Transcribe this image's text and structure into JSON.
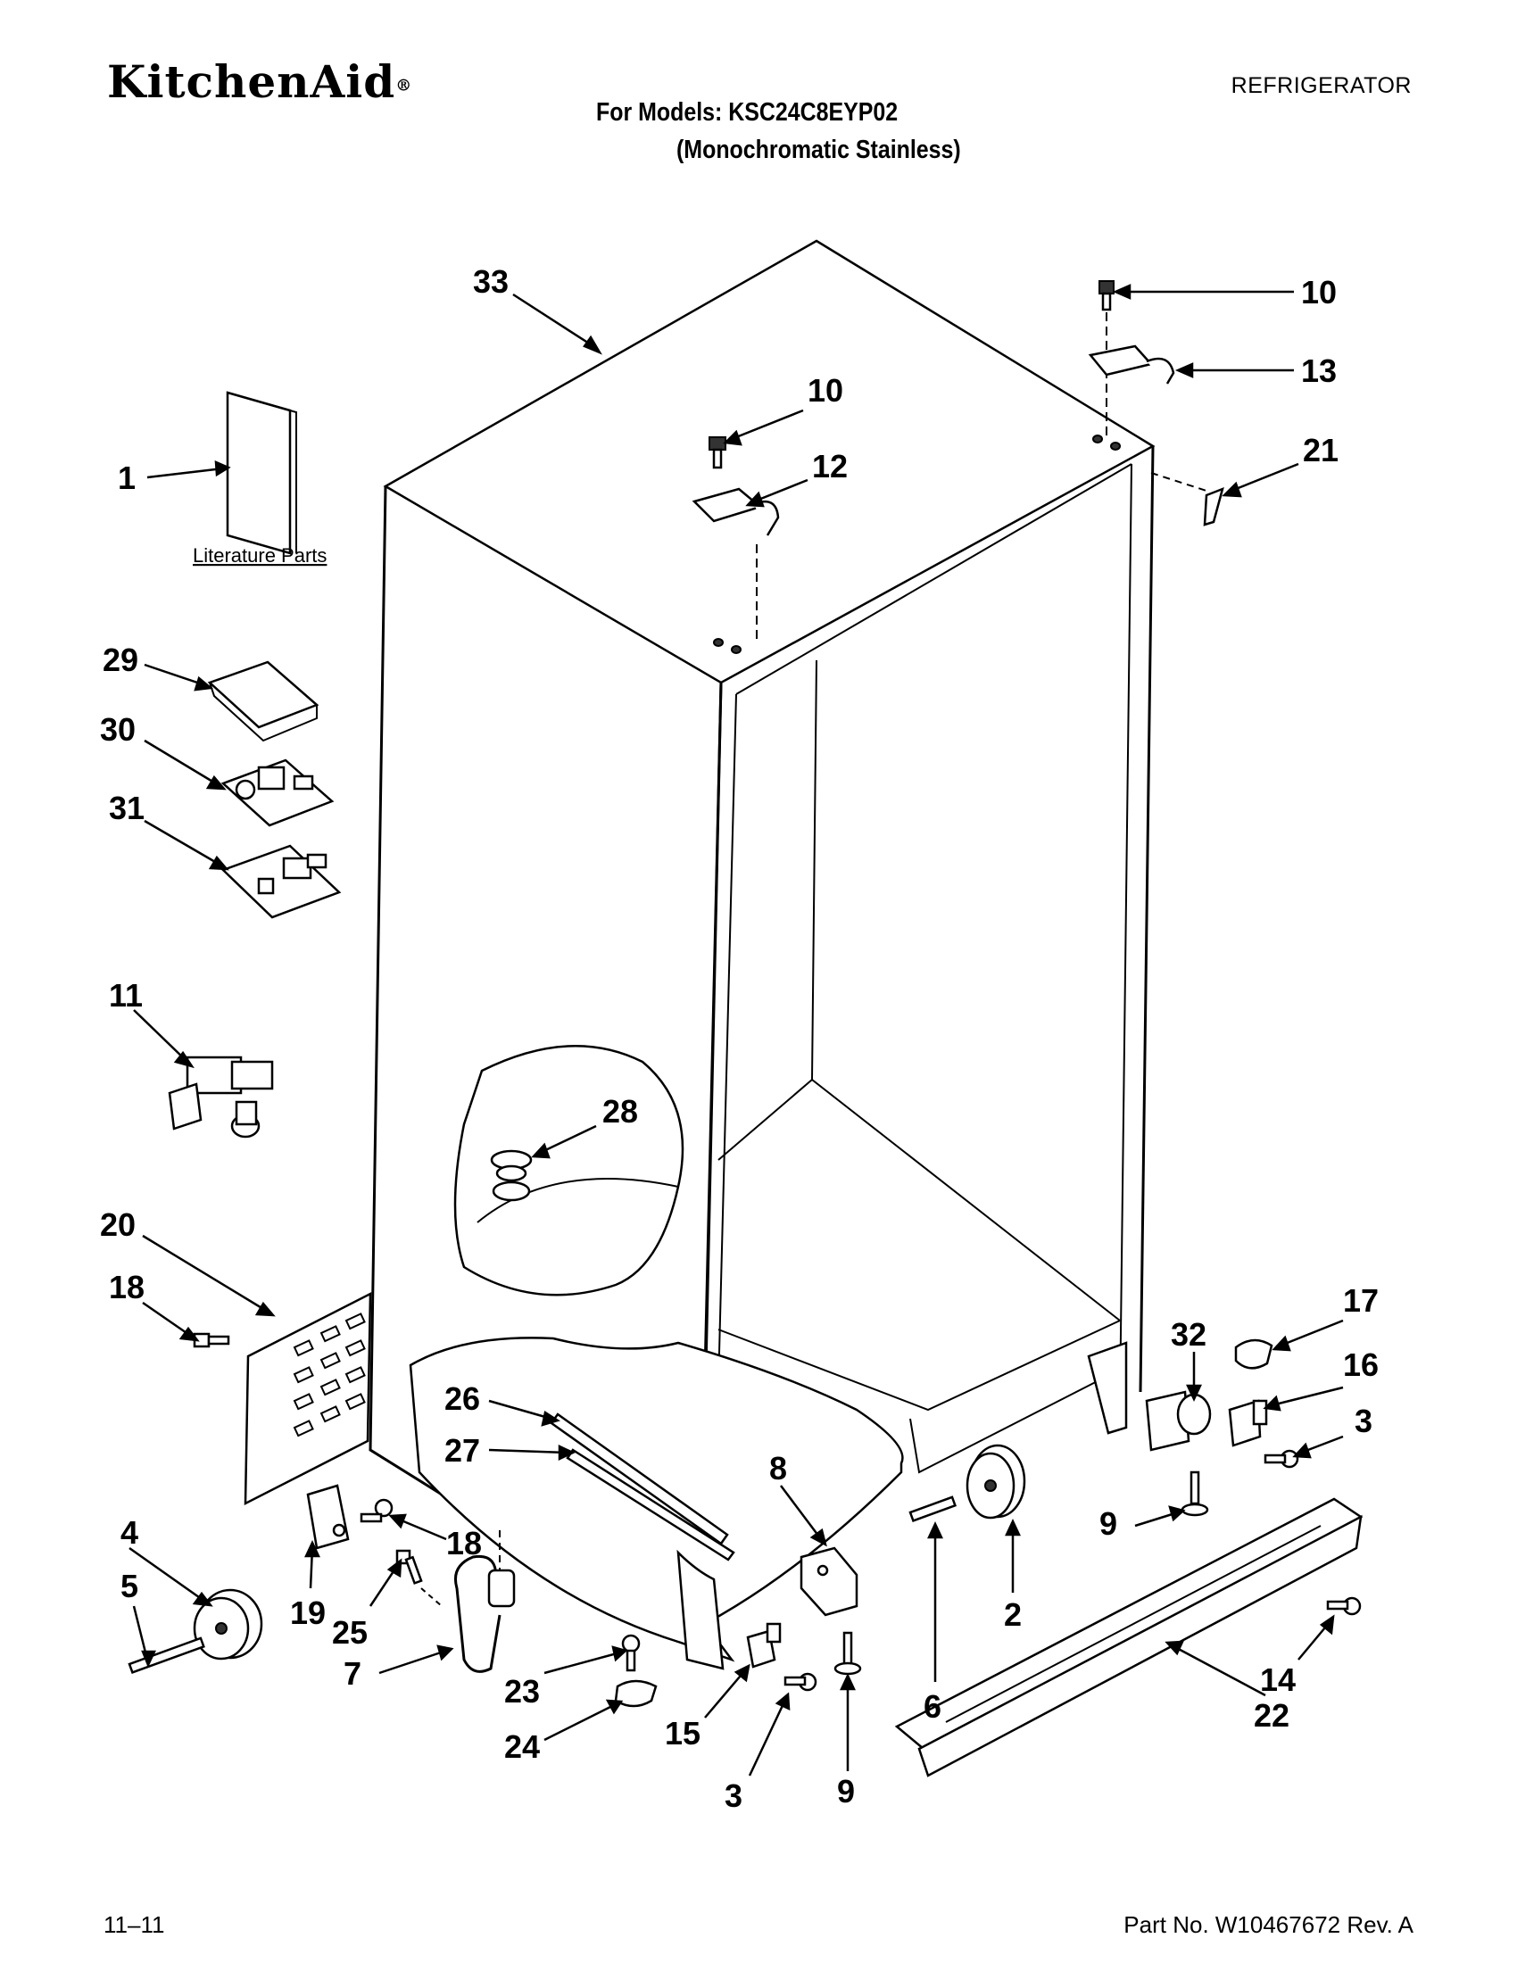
{
  "header": {
    "brand": "KitchenAid",
    "brand_mark": "®",
    "category": "REFRIGERATOR",
    "models_line": "For Models: KSC24C8EYP02",
    "variant_line": "(Monochromatic Stainless)"
  },
  "diagram": {
    "literature_label": "Literature Parts",
    "callouts": {
      "c33": "33",
      "c10a": "10",
      "c10b": "10",
      "c13": "13",
      "c21": "21",
      "c12": "12",
      "c1": "1",
      "c29": "29",
      "c30": "30",
      "c31": "31",
      "c11": "11",
      "c28": "28",
      "c20": "20",
      "c18a": "18",
      "c26": "26",
      "c27": "27",
      "c32": "32",
      "c17": "17",
      "c16": "16",
      "c3a": "3",
      "c8": "8",
      "c9a": "9",
      "c4": "4",
      "c5": "5",
      "c19": "19",
      "c18b": "18",
      "c25": "25",
      "c7": "7",
      "c23": "23",
      "c24": "24",
      "c15": "15",
      "c3b": "3",
      "c9b": "9",
      "c6": "6",
      "c2": "2",
      "c14": "14",
      "c22": "22"
    }
  },
  "footer": {
    "date_code": "11–11",
    "part_number": "Part No. W10467672 Rev. A"
  }
}
